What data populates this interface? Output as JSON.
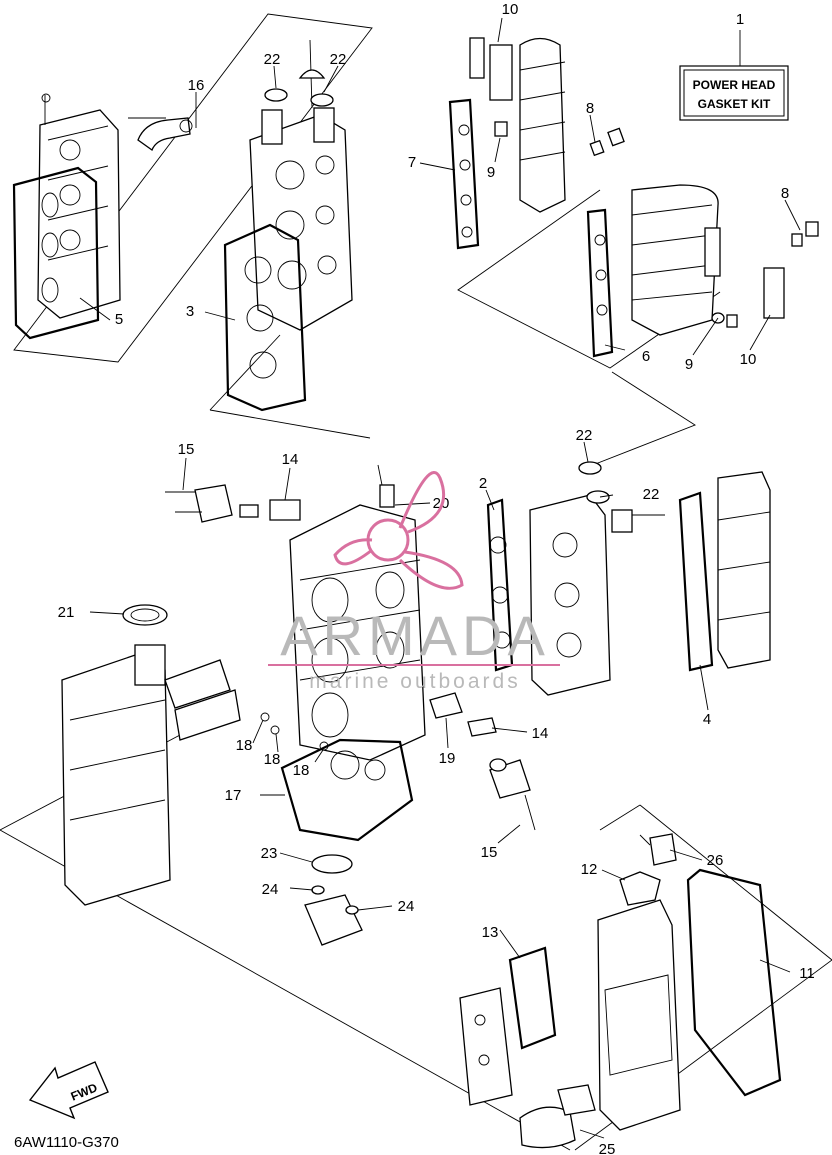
{
  "kit_box": {
    "line1": "POWER HEAD",
    "line2": "GASKET KIT"
  },
  "callouts": [
    {
      "id": "1",
      "text": "1"
    },
    {
      "id": "2",
      "text": "2"
    },
    {
      "id": "3",
      "text": "3"
    },
    {
      "id": "4",
      "text": "4"
    },
    {
      "id": "5",
      "text": "5"
    },
    {
      "id": "6",
      "text": "6"
    },
    {
      "id": "7",
      "text": "7"
    },
    {
      "id": "8a",
      "text": "8"
    },
    {
      "id": "8b",
      "text": "8"
    },
    {
      "id": "9a",
      "text": "9"
    },
    {
      "id": "9b",
      "text": "9"
    },
    {
      "id": "10a",
      "text": "10"
    },
    {
      "id": "10b",
      "text": "10"
    },
    {
      "id": "11",
      "text": "11"
    },
    {
      "id": "12",
      "text": "12"
    },
    {
      "id": "13",
      "text": "13"
    },
    {
      "id": "14a",
      "text": "14"
    },
    {
      "id": "14b",
      "text": "14"
    },
    {
      "id": "15a",
      "text": "15"
    },
    {
      "id": "15b",
      "text": "15"
    },
    {
      "id": "16",
      "text": "16"
    },
    {
      "id": "17",
      "text": "17"
    },
    {
      "id": "18a",
      "text": "18"
    },
    {
      "id": "18b",
      "text": "18"
    },
    {
      "id": "18c",
      "text": "18"
    },
    {
      "id": "19",
      "text": "19"
    },
    {
      "id": "20",
      "text": "20"
    },
    {
      "id": "21",
      "text": "21"
    },
    {
      "id": "22a",
      "text": "22"
    },
    {
      "id": "22b",
      "text": "22"
    },
    {
      "id": "22c",
      "text": "22"
    },
    {
      "id": "22d",
      "text": "22"
    },
    {
      "id": "23",
      "text": "23"
    },
    {
      "id": "24a",
      "text": "24"
    },
    {
      "id": "24b",
      "text": "24"
    },
    {
      "id": "25",
      "text": "25"
    },
    {
      "id": "26",
      "text": "26"
    }
  ],
  "fwd_label": "FWD",
  "diagram_code": "6AW1110-G370",
  "watermark": {
    "brand": "ARMADA",
    "tagline": "marine outboards",
    "color": "#d9709f"
  }
}
